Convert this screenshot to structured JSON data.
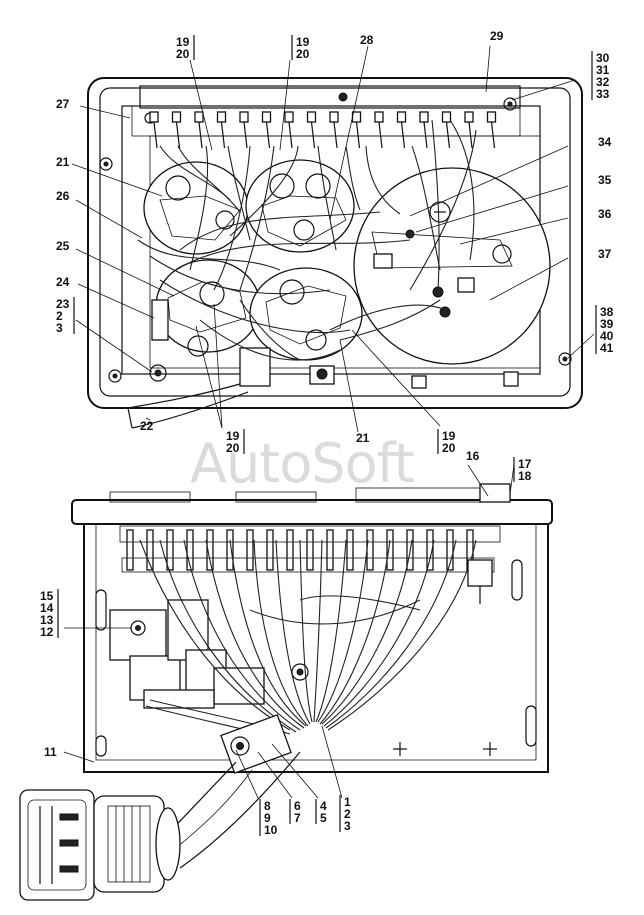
{
  "watermark": "AutoSoft",
  "labels": {
    "l1920a": [
      "19",
      "20"
    ],
    "l1920b": [
      "19",
      "20"
    ],
    "l28": "28",
    "l29": "29",
    "l30": [
      "30",
      "31",
      "32",
      "33"
    ],
    "l27": "27",
    "l21a": "21",
    "l34": "34",
    "l35": "35",
    "l26": "26",
    "l36": "36",
    "l25": "25",
    "l37": "37",
    "l24": "24",
    "l23": [
      "23",
      "2",
      "3"
    ],
    "l38": [
      "38",
      "39",
      "40",
      "41"
    ],
    "l22": "22",
    "l1920c": [
      "19",
      "20"
    ],
    "l21b": "21",
    "l1920d": [
      "19",
      "20"
    ],
    "l16": "16",
    "l17": [
      "17",
      "18"
    ],
    "l15": [
      "15",
      "14",
      "13",
      "12"
    ],
    "l11": "11",
    "l8": [
      "8",
      "9",
      "10"
    ],
    "l6": [
      "6",
      "7"
    ],
    "l4": [
      "4",
      "5"
    ],
    "l1": [
      "1",
      "2",
      "3"
    ]
  }
}
